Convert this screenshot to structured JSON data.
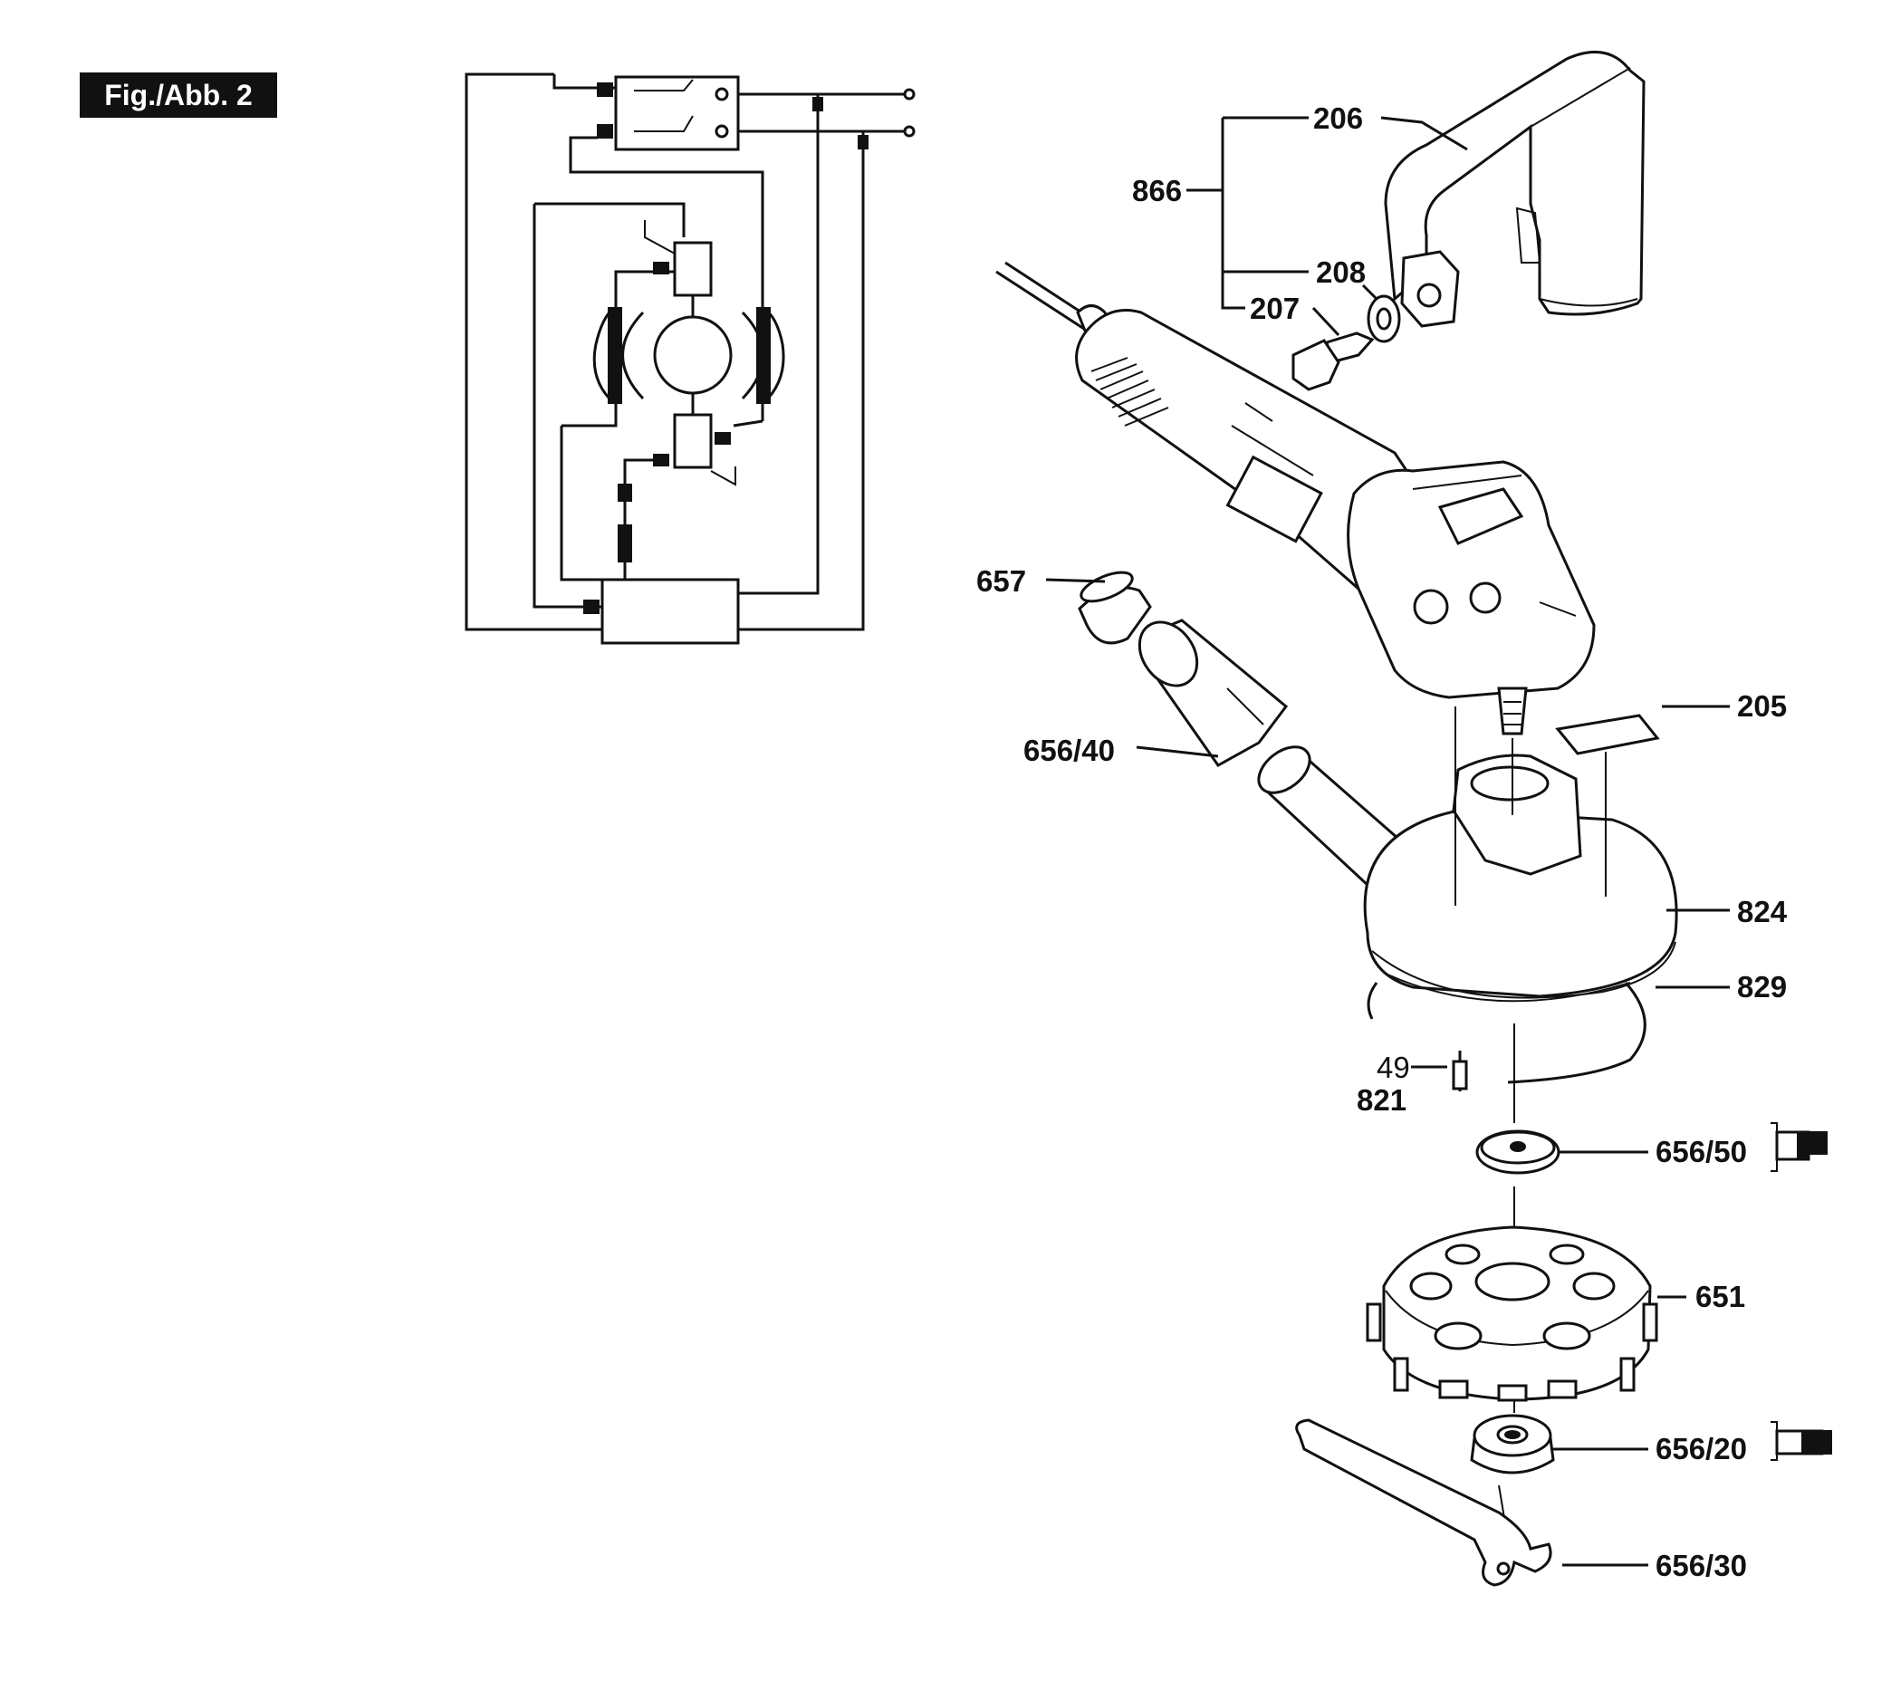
{
  "figure": {
    "label": "Fig./Abb. 2"
  },
  "parts": {
    "p206": "206",
    "p866": "866",
    "p208": "208",
    "p207": "207",
    "p657": "657",
    "p205": "205",
    "p656_40": "656/40",
    "p824": "824",
    "p829": "829",
    "p49": "49",
    "p821": "821",
    "p656_50": "656/50",
    "p651": "651",
    "p656_20": "656/20",
    "p656_30": "656/30"
  },
  "icons": {
    "flange_inner": "flange-symbol-icon",
    "flange_outer": "flange-symbol-icon"
  }
}
